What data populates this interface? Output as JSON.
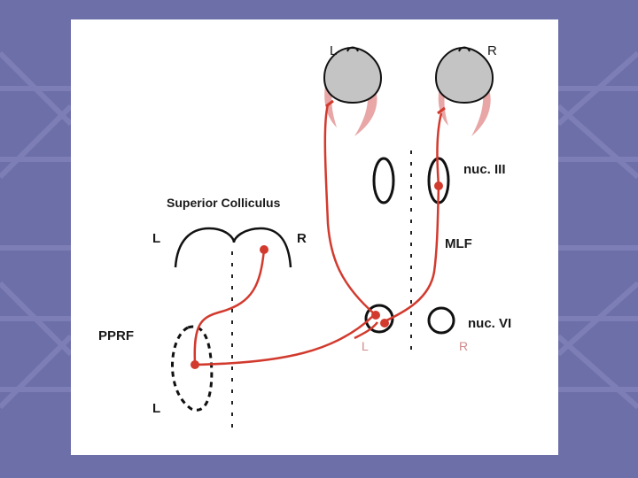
{
  "labels": {
    "eye_left": "L",
    "eye_right": "R",
    "superior_colliculus": "Superior Colliculus",
    "sc_left": "L",
    "sc_right": "R",
    "nuc_iii": "nuc. III",
    "mlf": "MLF",
    "nuc_vi": "nuc. VI",
    "pprf": "PPRF",
    "pprf_left": "L",
    "pons_left": "L",
    "pons_right": "R"
  },
  "colors": {
    "background": "#6d6fa8",
    "panel": "#ffffff",
    "pathway": "#d23a2e",
    "muscle": "#e8a6a6",
    "eyeball": "#c4c4c4",
    "outline": "#111111"
  }
}
